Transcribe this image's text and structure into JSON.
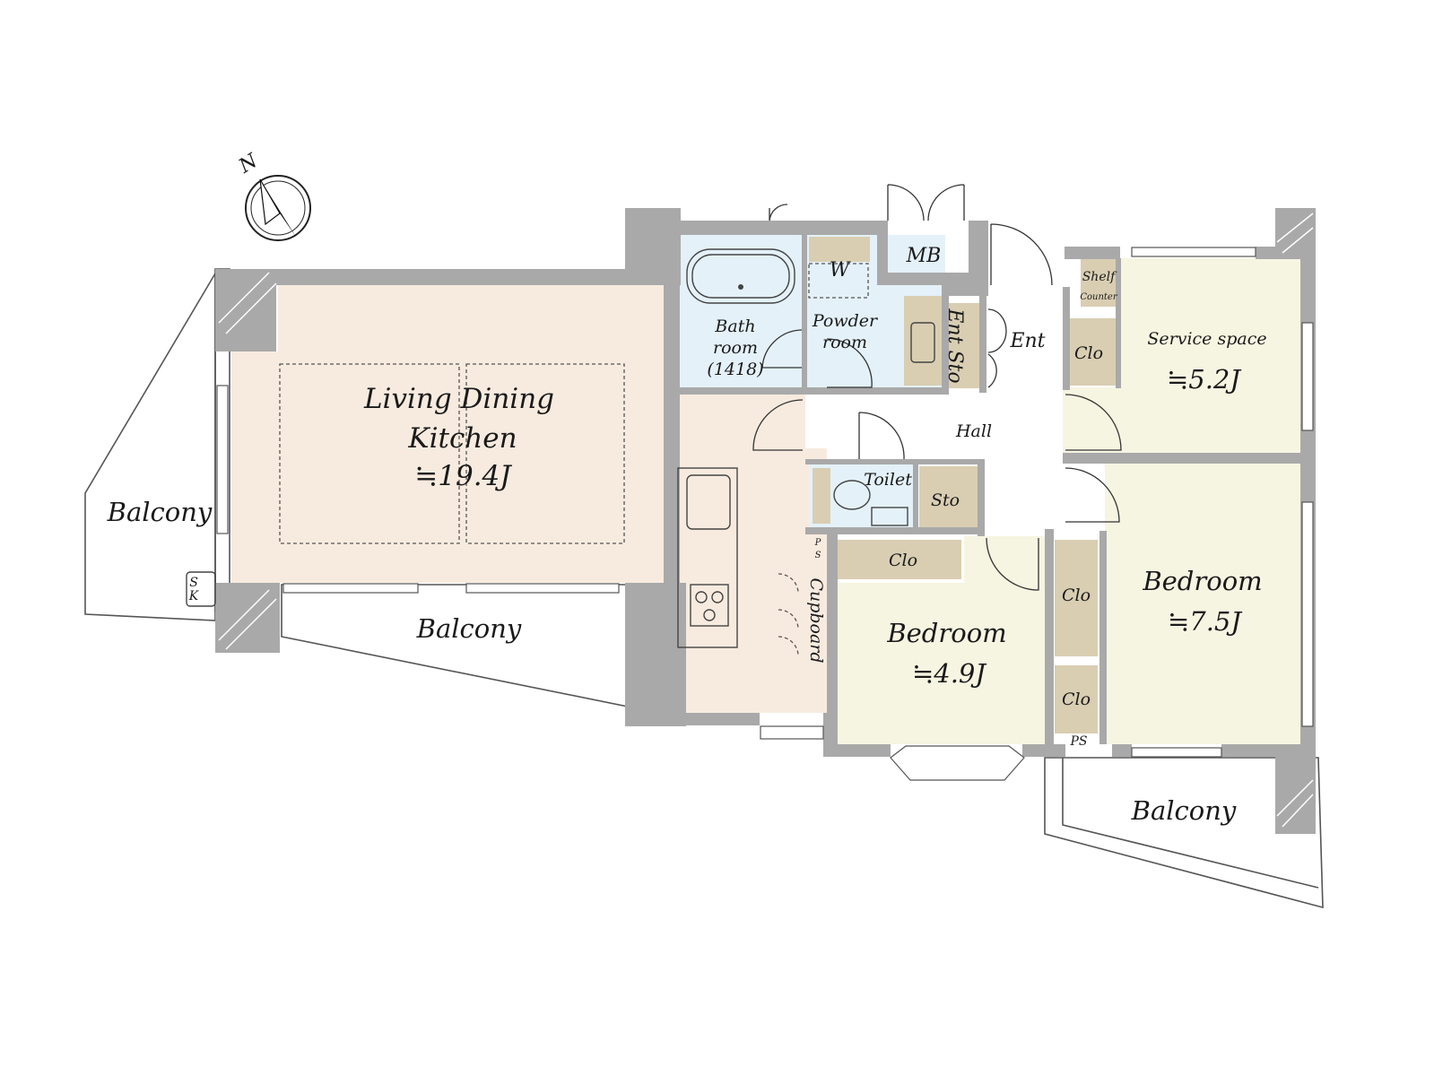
{
  "colors": {
    "living": "#f7ebdf",
    "bedroom": "#f6f5e2",
    "wet_area": "#e4f1f9",
    "storage": "#d9ceb2",
    "wall": "#a9a9a9",
    "background": "#ffffff"
  },
  "compass": {
    "north_label": "N"
  },
  "rooms": {
    "ldk": {
      "line1": "Living Dining",
      "line2": "Kitchen",
      "area": "≒19.4J"
    },
    "bath": {
      "line1": "Bath",
      "line2": "room",
      "line3": "(1418)"
    },
    "washer": {
      "label": "W"
    },
    "powder": {
      "line1": "Powder",
      "line2": "room"
    },
    "mb": {
      "label": "MB"
    },
    "entrance_storage": {
      "label": "Ent Sto"
    },
    "entrance": {
      "label": "Ent"
    },
    "shelf_counter": {
      "line1": "Shelf",
      "line2": "Counter"
    },
    "closet_service": {
      "label": "Clo"
    },
    "service_space": {
      "label": "Service space",
      "area": "≒5.2J"
    },
    "hall": {
      "label": "Hall"
    },
    "toilet": {
      "label": "Toilet"
    },
    "storage": {
      "label": "Sto"
    },
    "pipe_space_1": {
      "line1": "P",
      "line2": "S"
    },
    "pipe_space_2": {
      "label": "PS"
    },
    "closet_bed1": {
      "label": "Clo"
    },
    "cupboard": {
      "label": "Cupboard"
    },
    "bedroom1": {
      "label": "Bedroom",
      "area": "≒4.9J"
    },
    "closet_bed2_top": {
      "label": "Clo"
    },
    "closet_bed2_bottom": {
      "label": "Clo"
    },
    "bedroom2": {
      "label": "Bedroom",
      "area": "≒7.5J"
    },
    "sk": {
      "line1": "S",
      "line2": "K"
    }
  },
  "balconies": {
    "west": "Balcony",
    "south_ldk": "Balcony",
    "south_east": "Balcony"
  }
}
